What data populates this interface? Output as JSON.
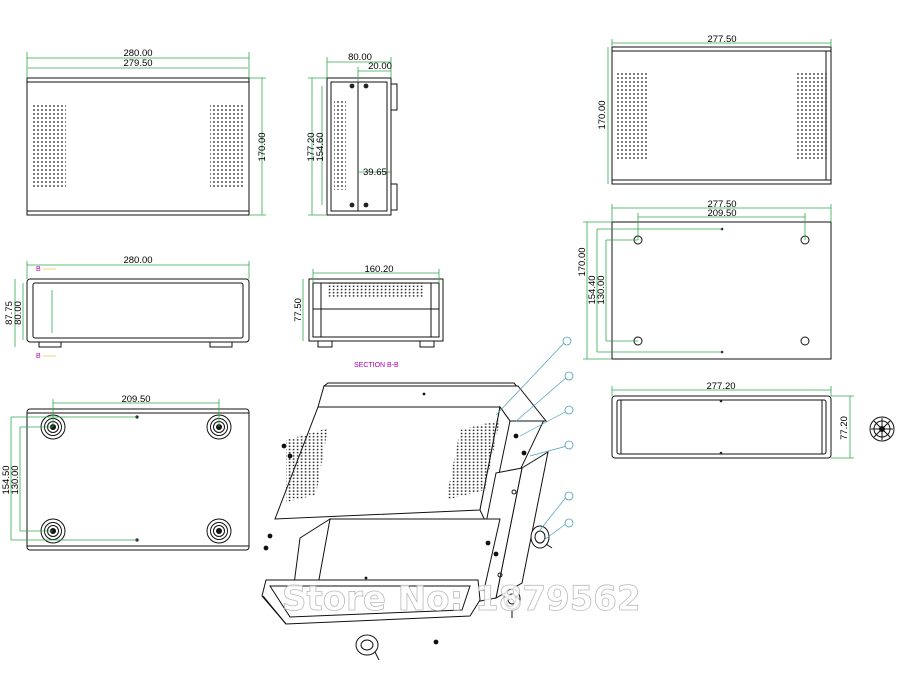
{
  "views": {
    "front_top": {
      "width_outer": "280.00",
      "width_inner": "279.50",
      "height": "170.00"
    },
    "side_top": {
      "depth": "80.00",
      "depth_small": "20.00",
      "h_outer": "177.20",
      "h_inner": "154.60",
      "offset": "39.65"
    },
    "back_top": {
      "width": "277.50",
      "height": "170.00"
    },
    "front_mid": {
      "width": "280.00",
      "h_outer": "87.75",
      "h_inner": "80.00",
      "sec_mark_top": "B",
      "sec_mark_bot": "B"
    },
    "section": {
      "width": "160.20",
      "height": "77.50",
      "label": "SECTION B-B"
    },
    "panel_holes": {
      "width": "277.50",
      "hole_span": "209.50",
      "h_outer": "170.00",
      "h_mid": "154.40",
      "h_inner": "130.00"
    },
    "bottom": {
      "hole_span": "209.50",
      "h_outer": "154.50",
      "h_inner": "130.00"
    },
    "panel_front": {
      "width": "277.20",
      "height": "77.20"
    }
  },
  "watermark": "Store No: 1879562"
}
